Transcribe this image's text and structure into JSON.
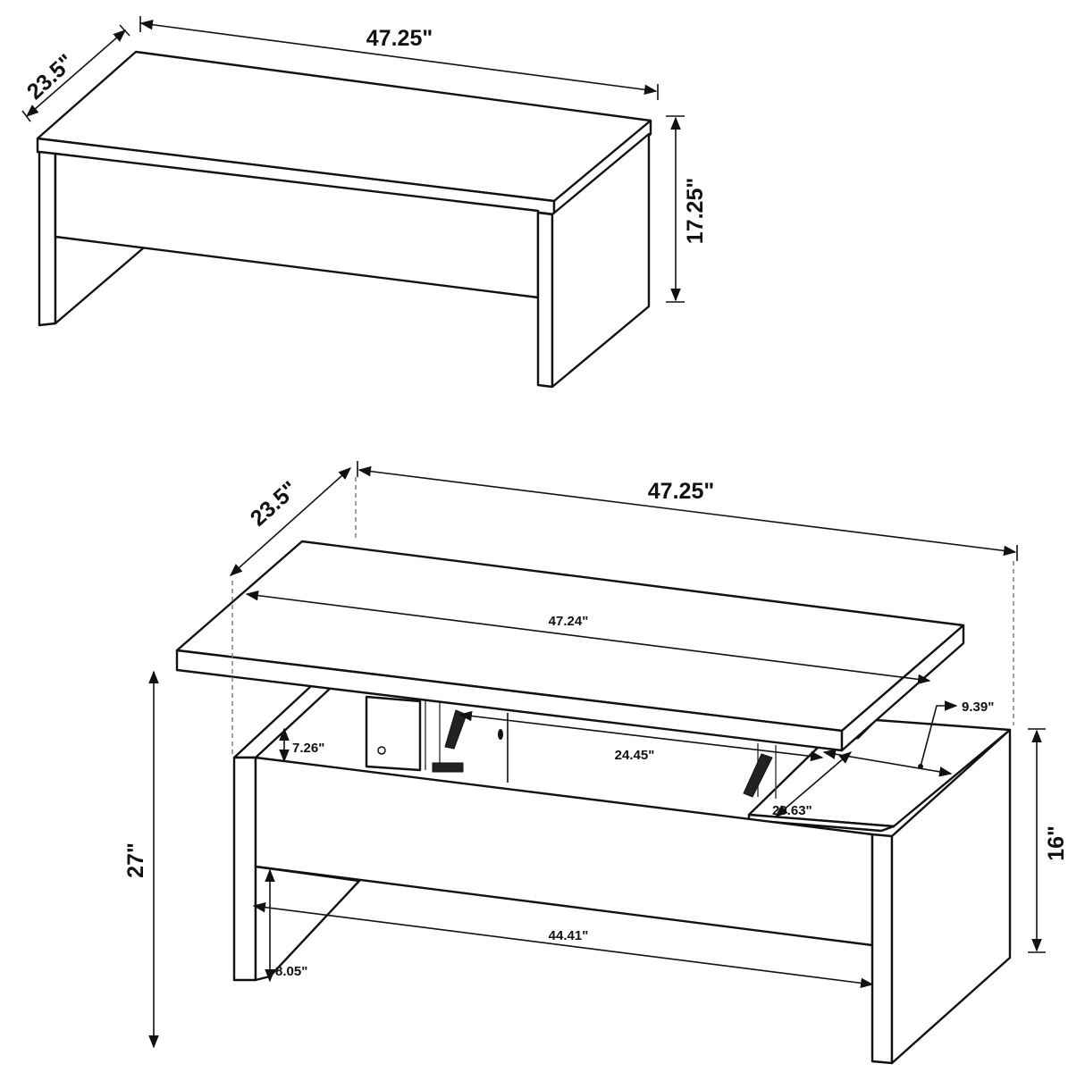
{
  "closed_view": {
    "depth": "23.5\"",
    "width": "47.25\"",
    "height": "17.25\""
  },
  "open_view": {
    "depth": "23.5\"",
    "width": "47.25\"",
    "top_length": "47.24\"",
    "compartment_depth": "7.26\"",
    "mechanism_span": "24.45\"",
    "side_opening": "9.39\"",
    "inner_depth": "20.63\"",
    "raised_height": "27\"",
    "side_height": "16\"",
    "leg_span": "44.41\"",
    "clearance": "8.05\""
  }
}
